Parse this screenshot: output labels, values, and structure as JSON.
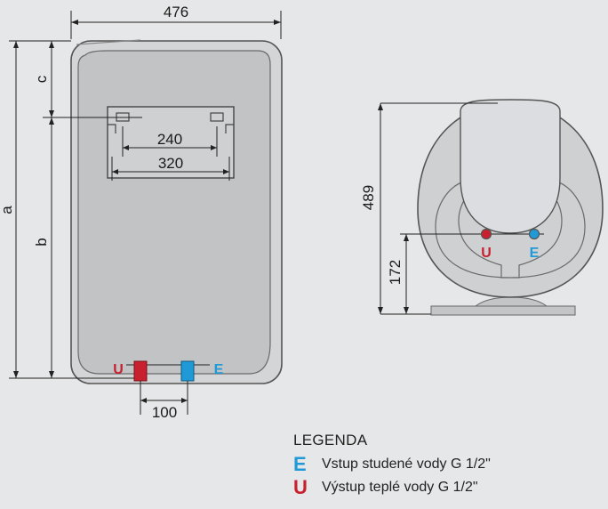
{
  "dimensions": {
    "width_top": "476",
    "a": "a",
    "b": "b",
    "c": "c",
    "bracket_inner": "240",
    "bracket_outer": "320",
    "pipe_spacing": "100",
    "height_side": "489",
    "pipe_height": "172"
  },
  "markers": {
    "hot": "U",
    "cold": "E"
  },
  "legend": {
    "title": "LEGENDA",
    "items": [
      {
        "key": "E",
        "text": "Vstup studené vody G 1/2\"",
        "color": "#1f9ad6"
      },
      {
        "key": "U",
        "text": "Výstup teplé vody G 1/2\"",
        "color": "#c8202e"
      }
    ]
  },
  "colors": {
    "hot": "#c8202e",
    "cold": "#1f9ad6",
    "body_fill": "#c9cacc",
    "body_stroke": "#555555"
  }
}
